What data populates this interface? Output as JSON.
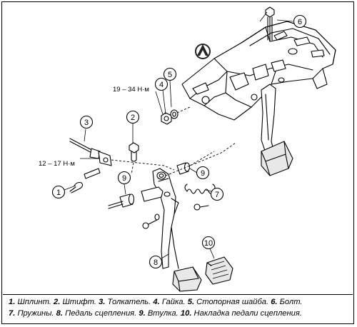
{
  "callouts": {
    "c1": "1",
    "c2": "2",
    "c3": "3",
    "c4": "4",
    "c5": "5",
    "c6": "6",
    "c7": "7",
    "c8": "8",
    "c9": "9",
    "c10": "10"
  },
  "torque": {
    "nut": "19 – 34 Н·м",
    "pushrod": "12 – 17 Н·м"
  },
  "caption": {
    "line1": [
      {
        "num": "1.",
        "text": " Шплинт. "
      },
      {
        "num": "2.",
        "text": " Штифт. "
      },
      {
        "num": "3.",
        "text": " Толкатель. "
      },
      {
        "num": "4.",
        "text": " Гайка. "
      },
      {
        "num": "5.",
        "text": " Стопорная шайба. "
      },
      {
        "num": "6.",
        "text": " Болт."
      }
    ],
    "line2": [
      {
        "num": "7.",
        "text": " Пружины. "
      },
      {
        "num": "8.",
        "text": " Педаль сцепления. "
      },
      {
        "num": "9.",
        "text": " Втулка. "
      },
      {
        "num": "10.",
        "text": " Накладка педали сцепления."
      }
    ]
  }
}
